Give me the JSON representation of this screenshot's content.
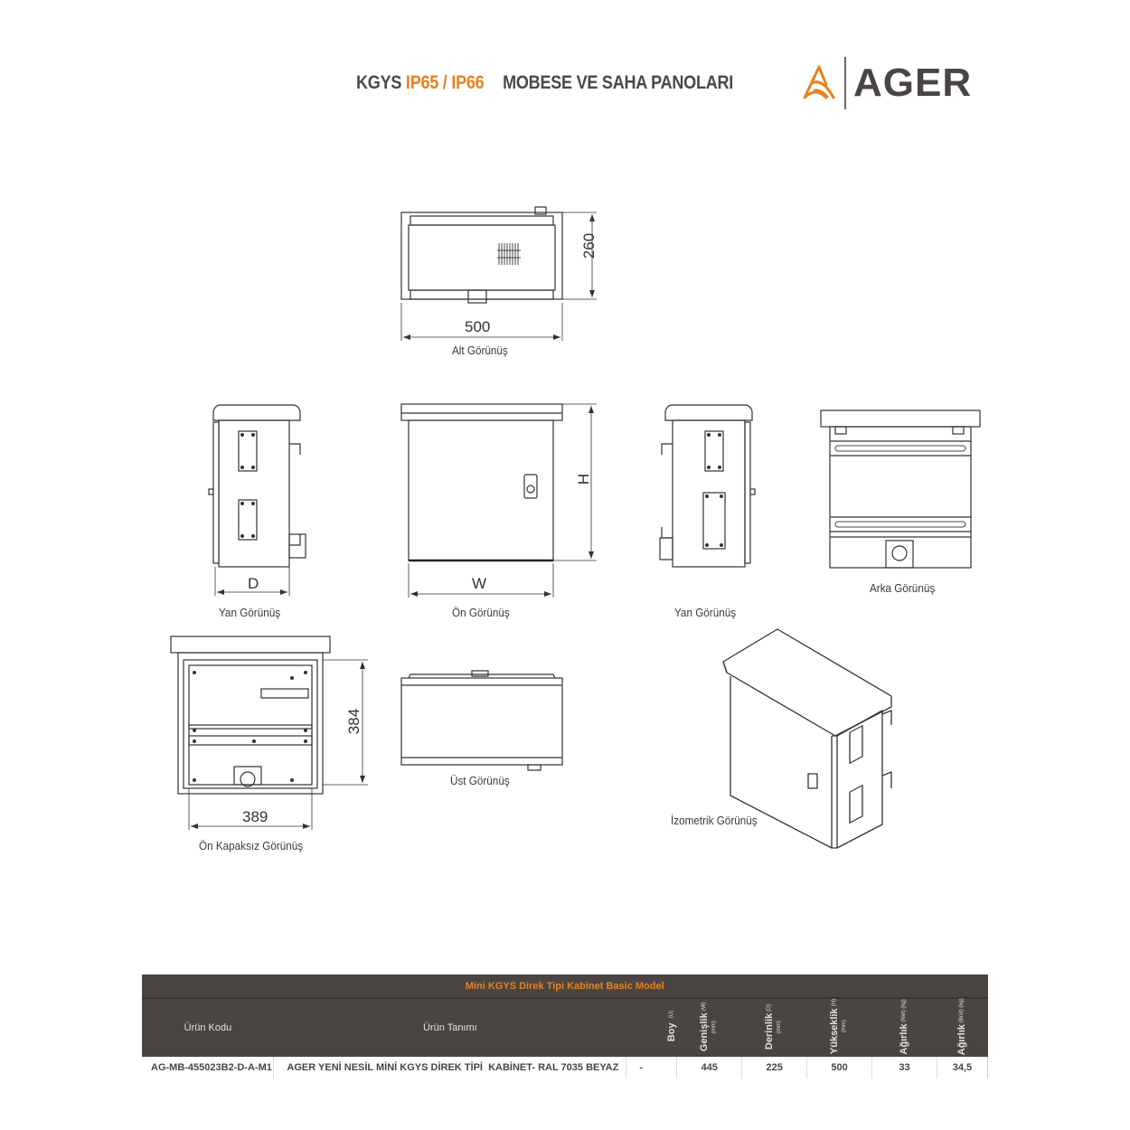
{
  "header": {
    "prefix": "KGYS",
    "ip_rating": "IP65 / IP66",
    "subtitle": "MOBESE VE SAHA PANOLARI",
    "brand": "AGER",
    "accent_color": "#e8821e",
    "text_color": "#4a4542"
  },
  "views": {
    "bottom": {
      "caption": "Alt Görünüş",
      "width_dim": "500",
      "height_dim": "260"
    },
    "side_left": {
      "caption": "Yan Görünüş",
      "depth_dim": "D"
    },
    "front": {
      "caption": "Ön Görünüş",
      "width_dim": "W",
      "height_dim": "H"
    },
    "side_right": {
      "caption": "Yan Görünüş"
    },
    "rear": {
      "caption": "Arka Görünüş"
    },
    "front_open": {
      "caption": "Ön Kapaksız Görünüş",
      "width_dim": "389",
      "height_dim": "384"
    },
    "top": {
      "caption": "Üst Görünüş"
    },
    "isometric": {
      "caption": "İzometrik Görünüş"
    }
  },
  "table": {
    "title": "Mini KGYS Direk Tipi Kabinet Basic Model",
    "columns": [
      {
        "label": "Ürün Kodu",
        "sub": ""
      },
      {
        "label": "Ürün Tanımı",
        "sub": ""
      },
      {
        "label": "Boy",
        "sub": "(U)"
      },
      {
        "label": "Genişlik",
        "sub": "(W) (mm)"
      },
      {
        "label": "Derinlik",
        "sub": "(D) (mm)"
      },
      {
        "label": "Yükseklik",
        "sub": "(H) (mm)"
      },
      {
        "label": "Ağırlık",
        "sub": "(Net) (kg)"
      },
      {
        "label": "Ağırlık",
        "sub": "(Brüt) (kg)"
      }
    ],
    "rows": [
      {
        "code": "AG-MB-455023B2-D-A-M1",
        "description": "AGER YENİ NESİL MİNİ KGYS DİREK TİPİ  KABİNET- RAL 7035 BEYAZ",
        "boy": "-",
        "width": "445",
        "depth": "225",
        "height": "500",
        "weight_net": "33",
        "weight_gross": "34,5"
      }
    ]
  }
}
